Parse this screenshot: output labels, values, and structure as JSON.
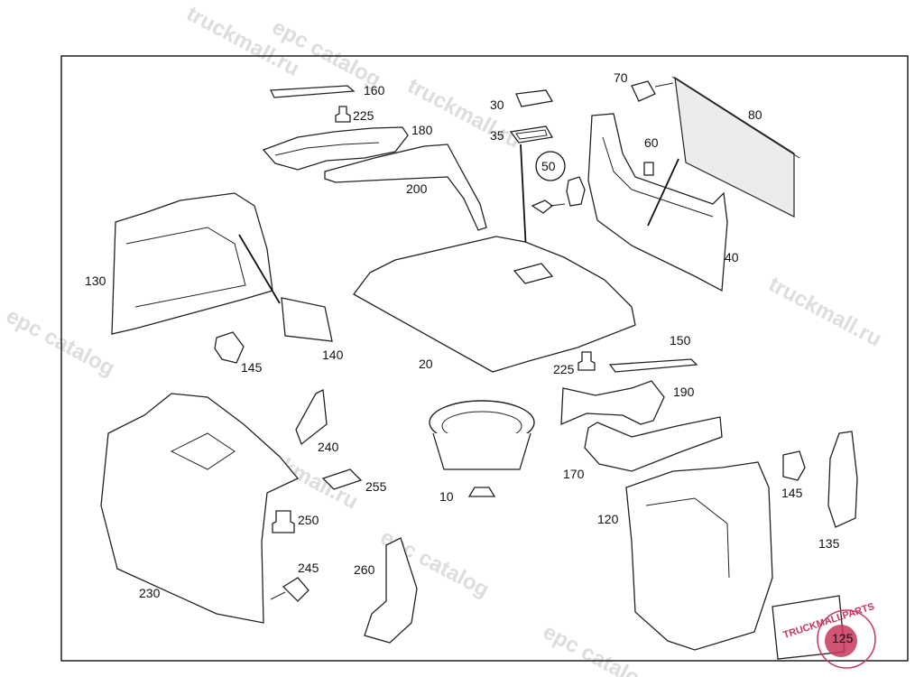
{
  "watermark": {
    "text_1": "truckmall.ru",
    "text_2": "epc catalog",
    "text_3": "truckmall.ru",
    "text_4": "epc catalog",
    "text_5": "truckmall.ru",
    "text_6": "epc catalog",
    "text_7": "truckmall.ru",
    "text_8": "epc catalog"
  },
  "logo": {
    "text": "TRUCKMALLPARTS",
    "color": "#c8365a"
  },
  "callouts": {
    "p10": "10",
    "p20": "20",
    "p30": "30",
    "p35": "35",
    "p40": "40",
    "p50": "50",
    "p60": "60",
    "p70": "70",
    "p80": "80",
    "p120": "120",
    "p125": "125",
    "p130": "130",
    "p135": "135",
    "p140": "140",
    "p145a": "145",
    "p145b": "145",
    "p150": "150",
    "p160": "160",
    "p170": "170",
    "p180": "180",
    "p190": "190",
    "p200": "200",
    "p225a": "225",
    "p225b": "225",
    "p230": "230",
    "p240": "240",
    "p245": "245",
    "p250": "250",
    "p255": "255",
    "p260": "260"
  }
}
